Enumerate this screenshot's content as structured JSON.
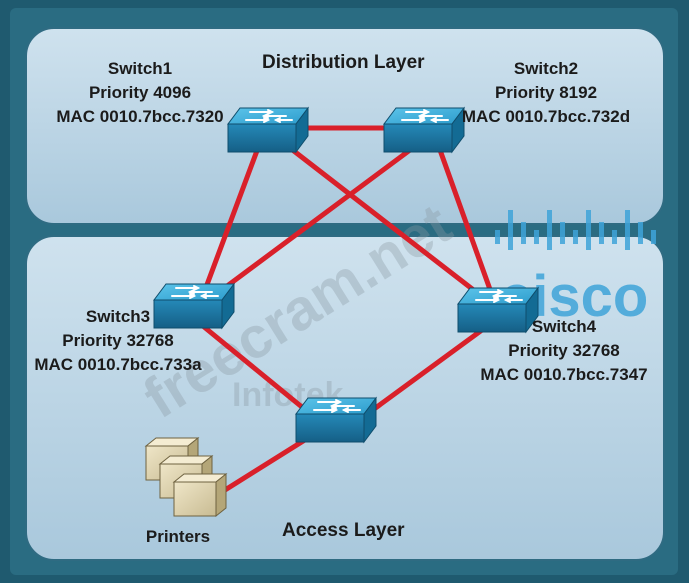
{
  "layers": {
    "distribution": "Distribution Layer",
    "access": "Access Layer"
  },
  "switches": [
    {
      "name": "Switch1",
      "priority": "Priority 4096",
      "mac": "MAC 0010.7bcc.7320"
    },
    {
      "name": "Switch2",
      "priority": "Priority 8192",
      "mac": "MAC 0010.7bcc.732d"
    },
    {
      "name": "Switch3",
      "priority": "Priority 32768",
      "mac": "MAC 0010.7bcc.733a"
    },
    {
      "name": "Switch4",
      "priority": "Priority 32768",
      "mac": "MAC 0010.7bcc.7347"
    }
  ],
  "printers": "Printers",
  "watermarks": {
    "site": "freecram.net",
    "cisco": "cisco",
    "brand": "Infotek"
  },
  "colors": {
    "link": "#d9202a",
    "layer_fill": "#b9d3e3",
    "frame": "#1f5a6f",
    "switch_top": "#36a9d6",
    "switch_front": "#1d7eab"
  }
}
